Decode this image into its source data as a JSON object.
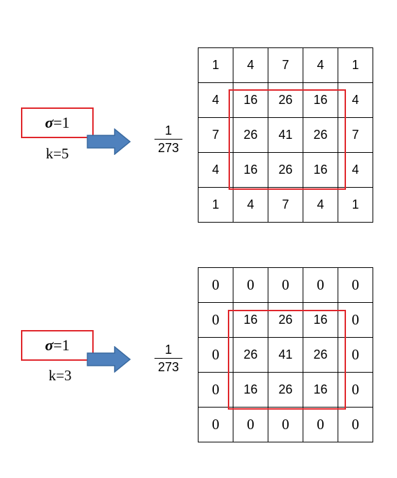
{
  "top": {
    "sigma_symbol": "σ",
    "sigma_value": "=1",
    "k_label": "k=5",
    "fraction": {
      "numerator": "1",
      "denominator": "273"
    },
    "kernel": [
      [
        "1",
        "4",
        "7",
        "4",
        "1"
      ],
      [
        "4",
        "16",
        "26",
        "16",
        "4"
      ],
      [
        "7",
        "26",
        "41",
        "26",
        "7"
      ],
      [
        "4",
        "16",
        "26",
        "16",
        "4"
      ],
      [
        "1",
        "4",
        "7",
        "4",
        "1"
      ]
    ]
  },
  "bottom": {
    "sigma_symbol": "σ",
    "sigma_value": "=1",
    "k_label": "k=3",
    "fraction": {
      "numerator": "1",
      "denominator": "273"
    },
    "kernel": [
      [
        "0",
        "0",
        "0",
        "0",
        "0"
      ],
      [
        "0",
        "16",
        "26",
        "16",
        "0"
      ],
      [
        "0",
        "26",
        "41",
        "26",
        "0"
      ],
      [
        "0",
        "16",
        "26",
        "16",
        "0"
      ],
      [
        "0",
        "0",
        "0",
        "0",
        "0"
      ]
    ]
  },
  "colors": {
    "highlight": "#e0262b",
    "arrow_fill": "#4f81bd",
    "arrow_stroke": "#3a6aa0"
  },
  "icons": {
    "arrow": "right-arrow-icon"
  }
}
